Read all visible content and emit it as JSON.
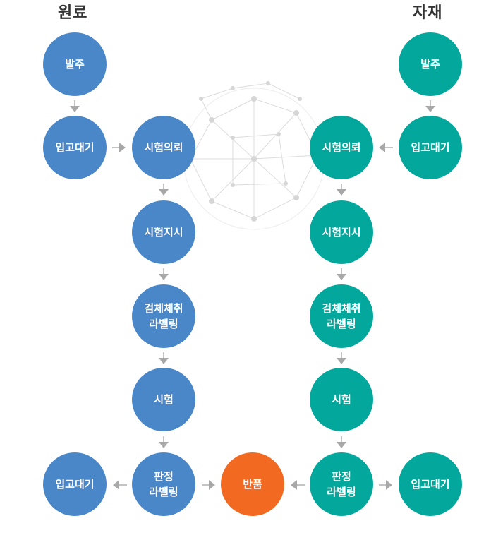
{
  "headings": {
    "left": "원료",
    "right": "자재"
  },
  "colors": {
    "raw": "#4a87c9",
    "material": "#03a79b",
    "return": "#f26a21",
    "arrow": "#a8a8a8"
  },
  "raw": {
    "order": "발주",
    "receive_wait": "입고대기",
    "test_request": "시험의뢰",
    "test_instruction": "시험지시",
    "sample_label": "검체체취\n라벨링",
    "test": "시험",
    "judge_label": "판정\n라벨링",
    "receive_wait_final": "입고대기"
  },
  "material": {
    "order": "발주",
    "receive_wait": "입고대기",
    "test_request": "시험의뢰",
    "test_instruction": "시험지시",
    "sample_label": "검체체취\n라벨링",
    "test": "시험",
    "judge_label": "판정\n라벨링",
    "receive_wait_final": "입고대기"
  },
  "return": {
    "label": "반품"
  }
}
